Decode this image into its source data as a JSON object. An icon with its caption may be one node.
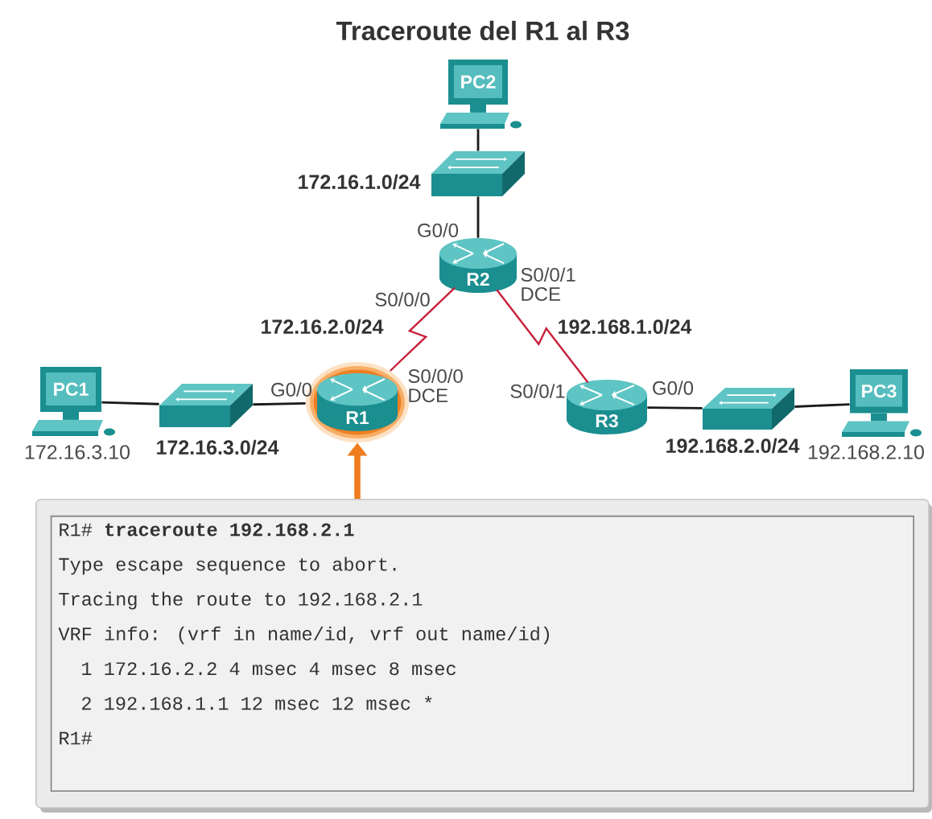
{
  "diagram": {
    "title": "Traceroute del R1 al R3",
    "nodes": [
      {
        "text": [
          "PC2"
        ]
      },
      {
        "text": [],
        "shape": "box",
        "beside": [
          "172.16.1.0/24"
        ]
      },
      {
        "text": [
          "R2"
        ]
      },
      {
        "text": [
          "PC1"
        ],
        "beside": [
          "172.16.3.10"
        ]
      },
      {
        "text": [],
        "shape": "box",
        "beside": [
          "172.16.3.0/24"
        ]
      },
      {
        "text": [
          "R1"
        ]
      },
      {
        "text": [
          "R3"
        ]
      },
      {
        "text": [],
        "shape": "box",
        "beside": [
          "192.168.2.0/24"
        ]
      },
      {
        "text": [
          "PC3"
        ],
        "beside": [
          "192.168.2.10"
        ]
      },
      {
        "text": [
          "R1# **traceroute 192.168.2.1**",
          "Type escape sequence to abort.",
          "Tracing the route to 192.168.2.1",
          "VRF info: (vrf in name/id, vrf out name/id)",
          "1 172.16.2.2 4 msec 4 msec 8 msec",
          "2 192.168.1.1 12 msec 12 msec *",
          "R1#"
        ]
      }
    ],
    "edges": [
      {
        "from": 0,
        "to": 1,
        "arrow": "none"
      },
      {
        "from": 1,
        "to": 2,
        "arrow": "none"
      },
      {
        "from": 2,
        "to": 5,
        "arrow": "none",
        "color": "#c8203a"
      },
      {
        "from": 2,
        "to": 6,
        "arrow": "none",
        "color": "#c8203a"
      },
      {
        "from": 3,
        "to": 4,
        "arrow": "none"
      },
      {
        "from": 4,
        "to": 5,
        "arrow": "none"
      },
      {
        "from": 6,
        "to": 7,
        "arrow": "none"
      },
      {
        "from": 7,
        "to": 8,
        "arrow": "none"
      },
      {
        "from": 9,
        "to": 5,
        "arrow": "to",
        "style": "thick",
        "color": "#f07d1e"
      }
    ],
    "labels": [
      "G0/0",
      "S0/0/1 DCE",
      "S0/0/0",
      "172.16.2.0/24",
      "192.168.1.0/24",
      "G0/0",
      "S0/0/0 DCE",
      "S0/0/1",
      "G0/0"
    ]
  }
}
